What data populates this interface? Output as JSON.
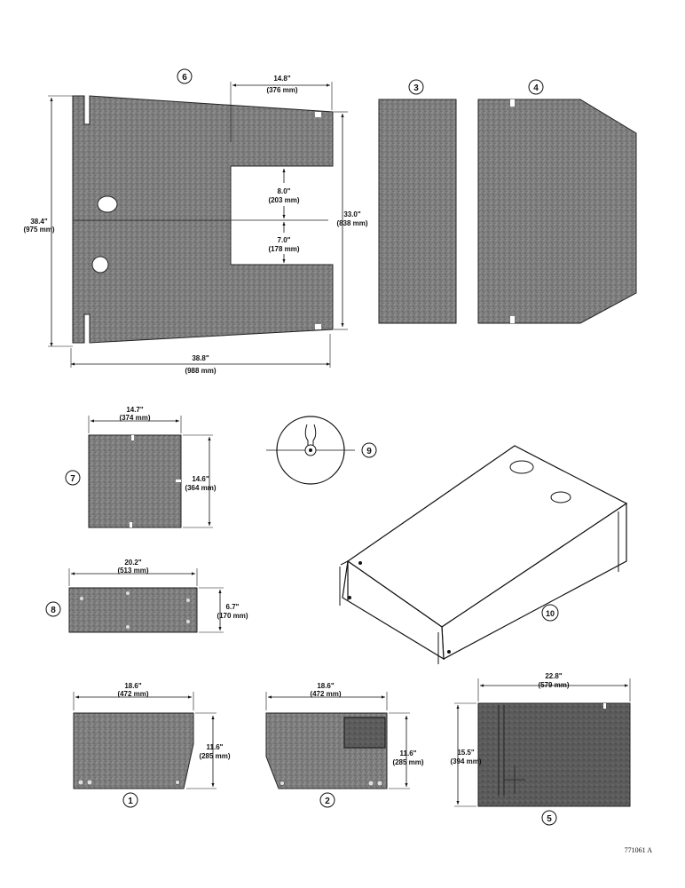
{
  "drawing_ref": "771061 A",
  "parts": [
    {
      "callout": "1",
      "width": "18.6\"",
      "width_mm": "(472 mm)",
      "height": "11.6\"",
      "height_mm": "(285 mm)"
    },
    {
      "callout": "2",
      "width": "18.6\"",
      "width_mm": "(472 mm)",
      "height": "11.6\"",
      "height_mm": "(285 mm)"
    },
    {
      "callout": "3"
    },
    {
      "callout": "4"
    },
    {
      "callout": "5",
      "width": "22.8\"",
      "width_mm": "(579 mm)",
      "height": "15.5\"",
      "height_mm": "(394 mm)"
    },
    {
      "callout": "6",
      "width_bottom": "38.8\"",
      "width_bottom_mm": "(988 mm)",
      "height_left": "38.4\"",
      "height_left_mm": "(975 mm)",
      "height_right": "33.0\"",
      "height_right_mm": "(838 mm)",
      "notch_width": "14.8\"",
      "notch_width_mm": "(376 mm)",
      "upper_gap": "8.0\"",
      "upper_gap_mm": "(203 mm)",
      "lower_gap": "7.0\"",
      "lower_gap_mm": "(178 mm)"
    },
    {
      "callout": "7",
      "width": "14.7\"",
      "width_mm": "(374 mm)",
      "height": "14.6\"",
      "height_mm": "(364 mm)"
    },
    {
      "callout": "8",
      "width": "20.2\"",
      "width_mm": "(513 mm)",
      "height": "6.7\"",
      "height_mm": "(170 mm)"
    },
    {
      "callout": "9"
    },
    {
      "callout": "10"
    }
  ],
  "colors": {
    "panel_fill": "#7a7a7a",
    "panel_dark": "#4e4e4e",
    "line": "#111111",
    "background": "#ffffff"
  }
}
